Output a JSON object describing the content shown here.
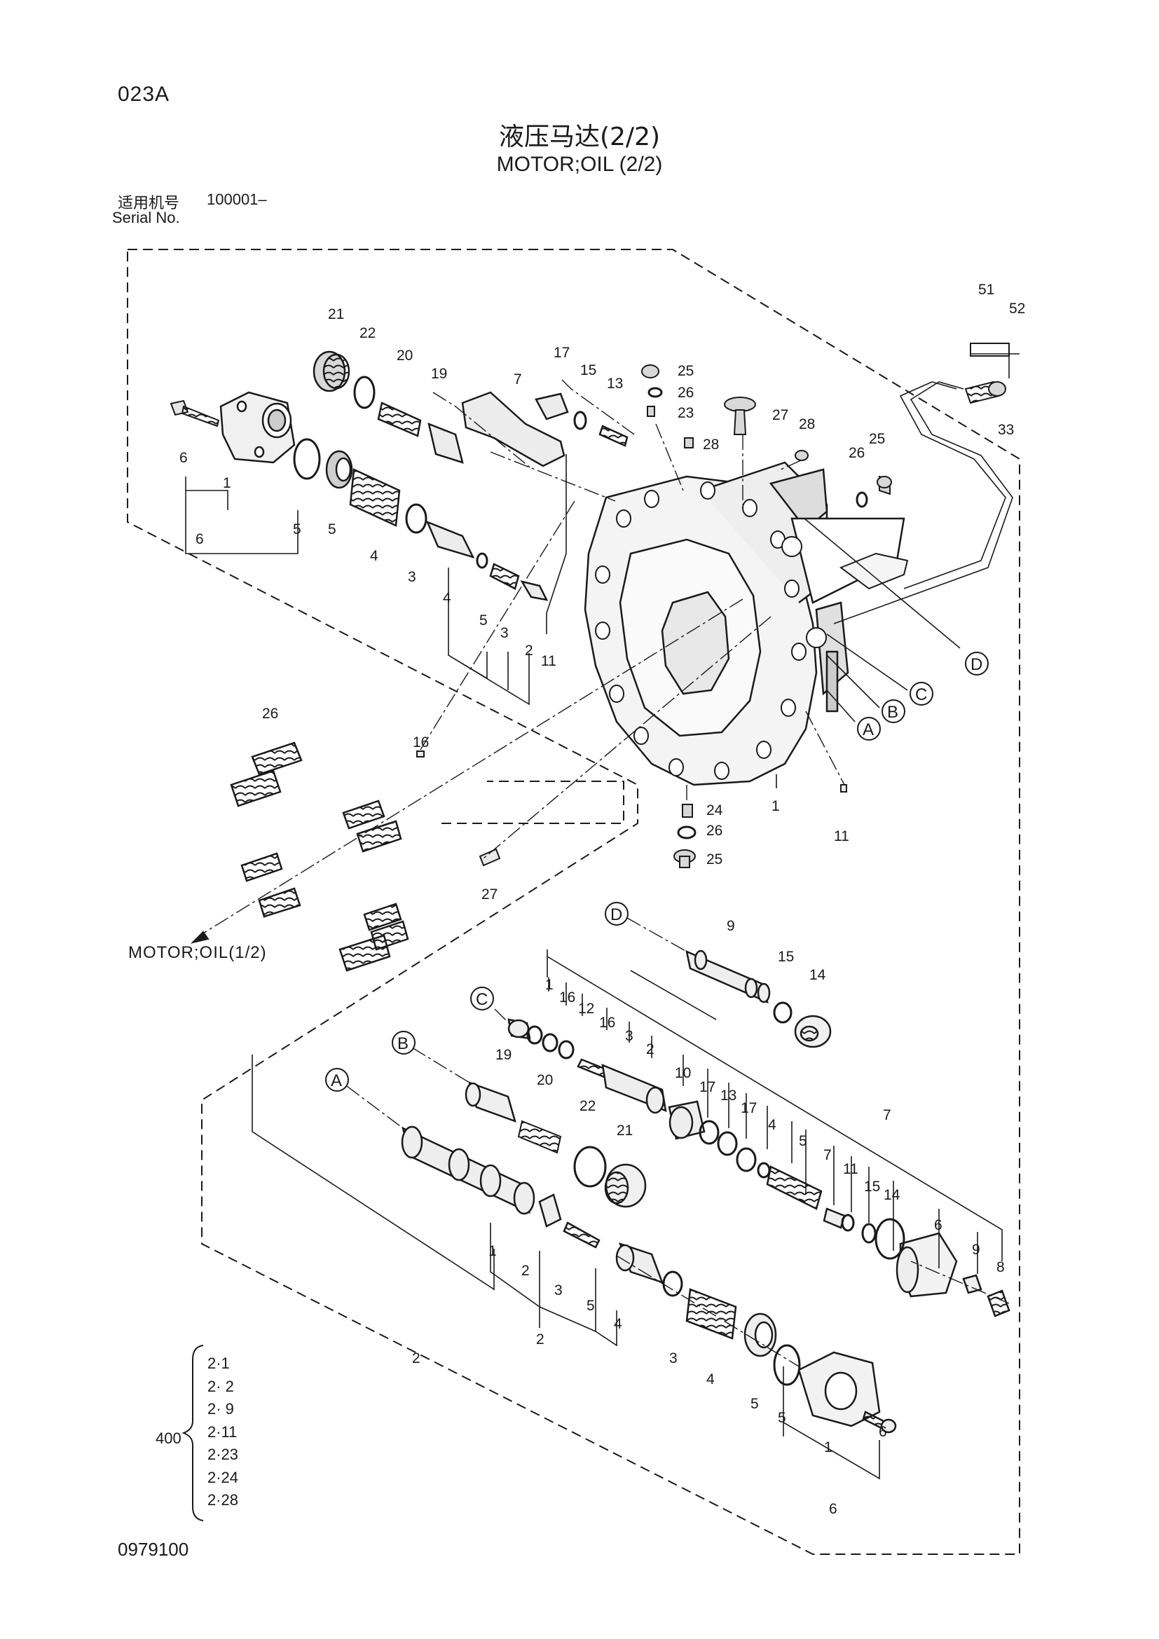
{
  "header": {
    "page_code": "023A",
    "title_cn": "液压马达(2/2)",
    "title_en": "MOTOR;OIL (2/2)",
    "serial_label_cn": "适用机号",
    "serial_value": "100001–",
    "serial_label_en": "Serial No."
  },
  "footer": {
    "doc_number": "0979100"
  },
  "kit": {
    "quantity": "400",
    "items": [
      "2·1",
      "2· 2",
      "2· 9",
      "2·11",
      "2·23",
      "2·24",
      "2·28"
    ]
  },
  "reference": {
    "motor_half_1": "MOTOR;OIL(1/2)"
  },
  "connectors": [
    "A",
    "B",
    "C",
    "D"
  ],
  "callouts": {
    "top": [
      "21",
      "22",
      "20",
      "19",
      "7",
      "17",
      "15",
      "13",
      "25",
      "26",
      "23",
      "27",
      "28",
      "28",
      "26",
      "25",
      "51",
      "52",
      "33",
      "6",
      "1",
      "6",
      "5",
      "5",
      "4",
      "3",
      "4",
      "5",
      "3",
      "2",
      "11",
      "1",
      "16",
      "26",
      "24",
      "26",
      "25",
      "11",
      "27",
      "A",
      "B",
      "C",
      "D"
    ],
    "lower": [
      "9",
      "15",
      "14",
      "1",
      "16",
      "12",
      "16",
      "3",
      "2",
      "10",
      "17",
      "13",
      "17",
      "4",
      "5",
      "7",
      "11",
      "15",
      "14",
      "7",
      "6",
      "9",
      "8",
      "19",
      "20",
      "22",
      "21",
      "1",
      "2",
      "3",
      "5",
      "4",
      "2",
      "3",
      "4",
      "5",
      "5",
      "1",
      "6",
      "6",
      "2"
    ]
  },
  "colors": {
    "line": "#1a1a1a",
    "fill": "#f2f2f2",
    "shade": "#8a8a8a"
  }
}
